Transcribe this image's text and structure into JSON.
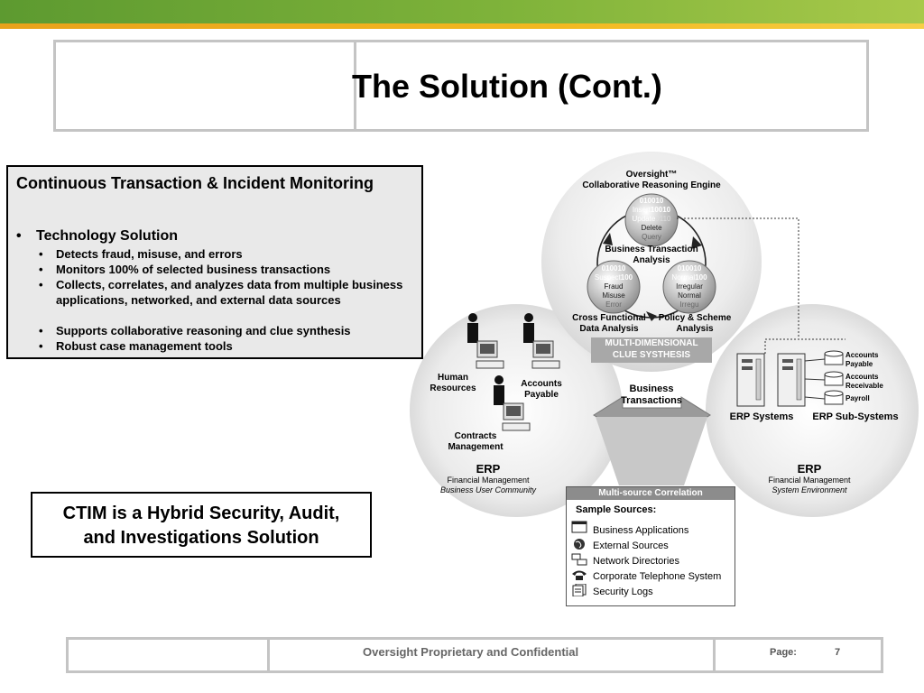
{
  "title": "The Solution (Cont.)",
  "panel": {
    "heading": "Continuous Transaction & Incident Monitoring",
    "bullet_main": "Technology Solution",
    "bullets": [
      "Detects fraud, misuse, and errors",
      "Monitors 100% of selected business transactions",
      "Collects, correlates, and analyzes data from multiple business applications, networked, and external data sources",
      "Supports collaborative reasoning and clue synthesis",
      "Robust case management tools"
    ]
  },
  "hybrid": {
    "line1": "CTIM is a Hybrid Security, Audit,",
    "line2": "and Investigations Solution"
  },
  "diagram": {
    "engine_title1": "Oversight™",
    "engine_title2": "Collaborative Reasoning Engine",
    "top_node": [
      "010010",
      "Insert",
      "10010",
      "Update",
      "0110",
      "Delete",
      "Query"
    ],
    "left_node": [
      "010010",
      "Suspect",
      "100",
      "Fraud",
      "Misuse",
      "Error"
    ],
    "right_node": [
      "010010",
      "Normal",
      "100",
      "Irregular",
      "Normal",
      "Irregu"
    ],
    "bta1": "Business Transaction",
    "bta2": "Analysis",
    "cross1": "Cross Functional",
    "cross2": "Data Analysis",
    "policy1": "Policy & Scheme",
    "policy2": "Analysis",
    "multi1": "MULTI-DIMENSIONAL",
    "multi2": "CLUE SYSTHESIS",
    "human1": "Human",
    "human2": "Resources",
    "ap1": "Accounts",
    "ap2": "Payable",
    "contracts1": "Contracts",
    "contracts2": "Management",
    "bt1": "Business",
    "bt2": "Transactions",
    "erp_left": "ERP",
    "erp_left_sub1": "Financial Management",
    "erp_left_sub2": "Business User Community",
    "erp_right": "ERP",
    "erp_right_sub1": "Financial Management",
    "erp_right_sub2": "System Environment",
    "erp_systems": "ERP Systems",
    "erp_subsystems": "ERP Sub-Systems",
    "db1a": "Accounts",
    "db1b": "Payable",
    "db2a": "Accounts",
    "db2b": "Receivable",
    "db3": "Payroll"
  },
  "sources": {
    "header": "Multi-source Correlation",
    "sample": "Sample Sources:",
    "items": [
      {
        "label": "Business Applications",
        "icon": "window-icon"
      },
      {
        "label": "External Sources",
        "icon": "globe-icon"
      },
      {
        "label": "Network Directories",
        "icon": "network-icon"
      },
      {
        "label": "Corporate Telephone System",
        "icon": "telephone-icon"
      },
      {
        "label": "Security Logs",
        "icon": "logs-icon"
      }
    ]
  },
  "footer": {
    "confidential": "Oversight Proprietary and Confidential",
    "page_label": "Page:",
    "page_number": "7"
  }
}
